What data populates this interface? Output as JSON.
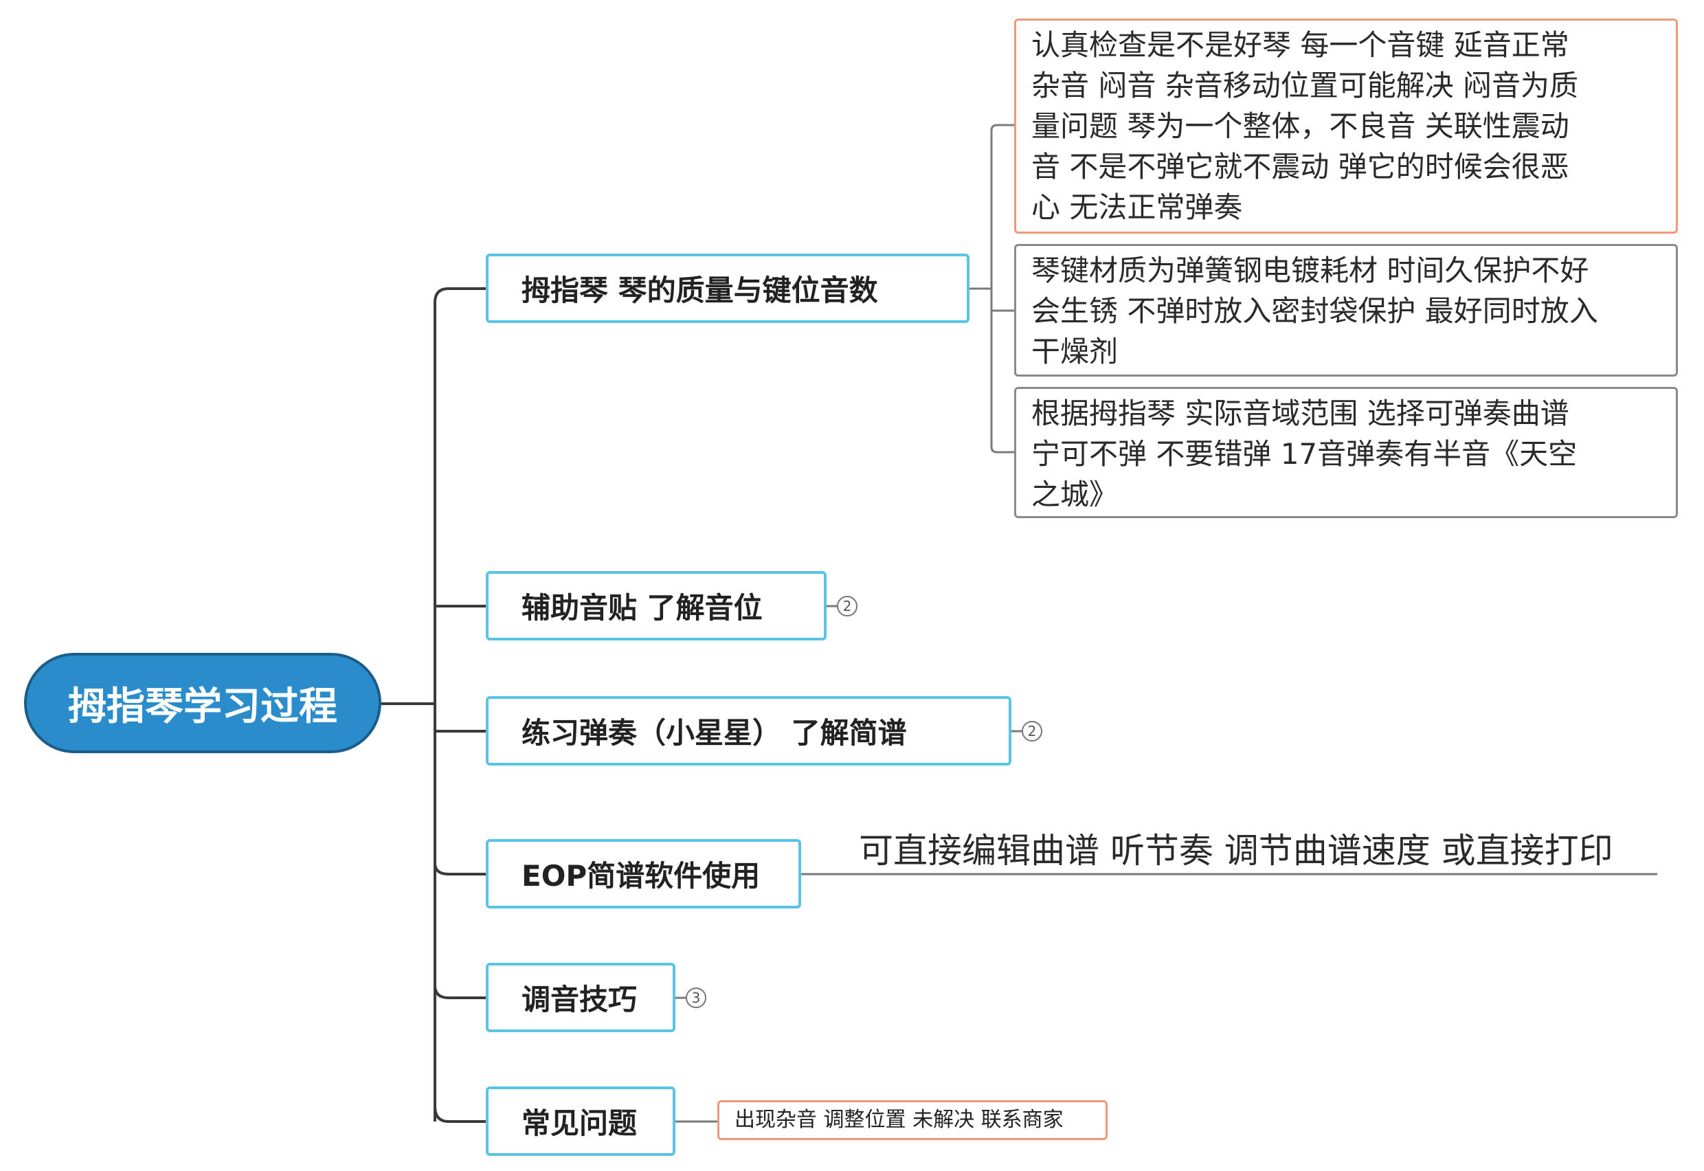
{
  "root": {
    "label": "拇指琴学习过程"
  },
  "branches": [
    {
      "label": "拇指琴 琴的质量与键位音数"
    },
    {
      "label": "辅助音贴  了解音位",
      "badge": "2"
    },
    {
      "label": "练习弹奏（小星星）  了解简谱",
      "badge": "2"
    },
    {
      "label": "EOP简谱软件使用"
    },
    {
      "label": "调音技巧",
      "badge": "3"
    },
    {
      "label": "常见问题"
    }
  ],
  "quality_notes": [
    {
      "lines": [
        "认真检查是不是好琴  每一个音键  延音正常",
        "杂音 闷音    杂音移动位置可能解决  闷音为质",
        "量问题   琴为一个整体，不良音  关联性震动",
        "音   不是不弹它就不震动  弹它的时候会很恶",
        "心 无法正常弹奏"
      ]
    },
    {
      "lines": [
        "琴键材质为弹簧钢电镀耗材  时间久保护不好",
        "会生锈  不弹时放入密封袋保护  最好同时放入",
        "干燥剂"
      ]
    },
    {
      "lines": [
        "根据拇指琴  实际音域范围  选择可弹奏曲谱",
        "宁可不弹  不要错弹  17音弹奏有半音《天空",
        "之城》"
      ]
    }
  ],
  "eop_note": "可直接编辑曲谱  听节奏  调节曲谱速度   或直接打印",
  "faq_note": "出现杂音  调整位置  未解决  联系商家",
  "colors": {
    "root_fill": "#2a8ccb",
    "branch_border": "#5ac4e4",
    "note_orange_border": "#f0997a",
    "note_grey_border": "#8a8a8a",
    "connector": "#3a3a3a"
  }
}
